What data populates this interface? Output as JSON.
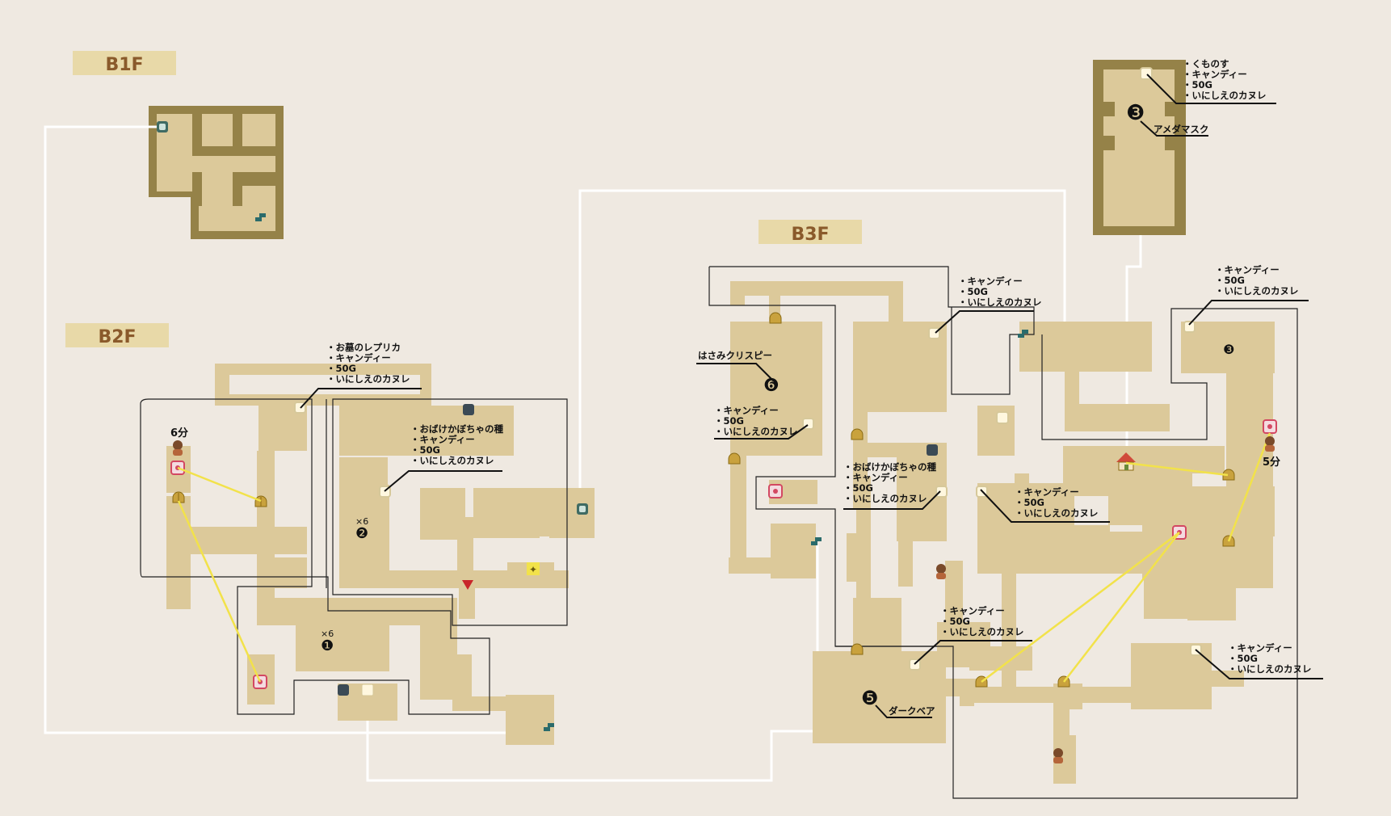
{
  "floors": {
    "b1f": "B1F",
    "b2f": "B2F",
    "b3f": "B3F"
  },
  "notes": {
    "b2f_a": [
      "・お墓のレプリカ",
      "・キャンディー",
      "・50G",
      "・いにしえのカヌレ"
    ],
    "b2f_b": [
      "・おばけかぼちゃの種",
      "・キャンディー",
      "・50G",
      "・いにしえのカヌレ"
    ],
    "b2f_time": "6分",
    "b2f_count_1": "×6",
    "b2f_count_2": "×6",
    "b3f_a": [
      "・キャンディー",
      "・50G",
      "・いにしえのカヌレ"
    ],
    "b3f_hasami": "はさみクリスピー",
    "b3f_b": [
      "・キャンディー",
      "・50G",
      "・いにしえのカヌレ"
    ],
    "b3f_c": [
      "・おばけかぼちゃの種",
      "・キャンディー",
      "・50G",
      "・いにしえのカヌレ"
    ],
    "b3f_d": [
      "・キャンディー",
      "・50G",
      "・いにしえのカヌレ"
    ],
    "b3f_e": [
      "・キャンディー",
      "・50G",
      "・いにしえのカヌレ"
    ],
    "b3f_dark": "ダークベア",
    "b3f_f": [
      "・キャンディー",
      "・50G",
      "・いにしえのカヌレ"
    ],
    "b3f_g": [
      "・キャンディー",
      "・50G",
      "・いにしえのカヌレ"
    ],
    "b3f_time": "5分",
    "tower": [
      "・くものす",
      "・キャンディー",
      "・50G",
      "・いにしえのカヌレ"
    ],
    "tower_boss": "アメダマスク"
  },
  "markers": {
    "m1": "❶",
    "m2": "❷",
    "m3a": "❸",
    "m3b": "❸",
    "m5": "❺",
    "m6": "❻"
  },
  "colors": {
    "background": "#efe9e1",
    "floor": "#dcc99a",
    "wall": "#958248",
    "path": "#ffffff",
    "teleport": "#f2e24a"
  }
}
